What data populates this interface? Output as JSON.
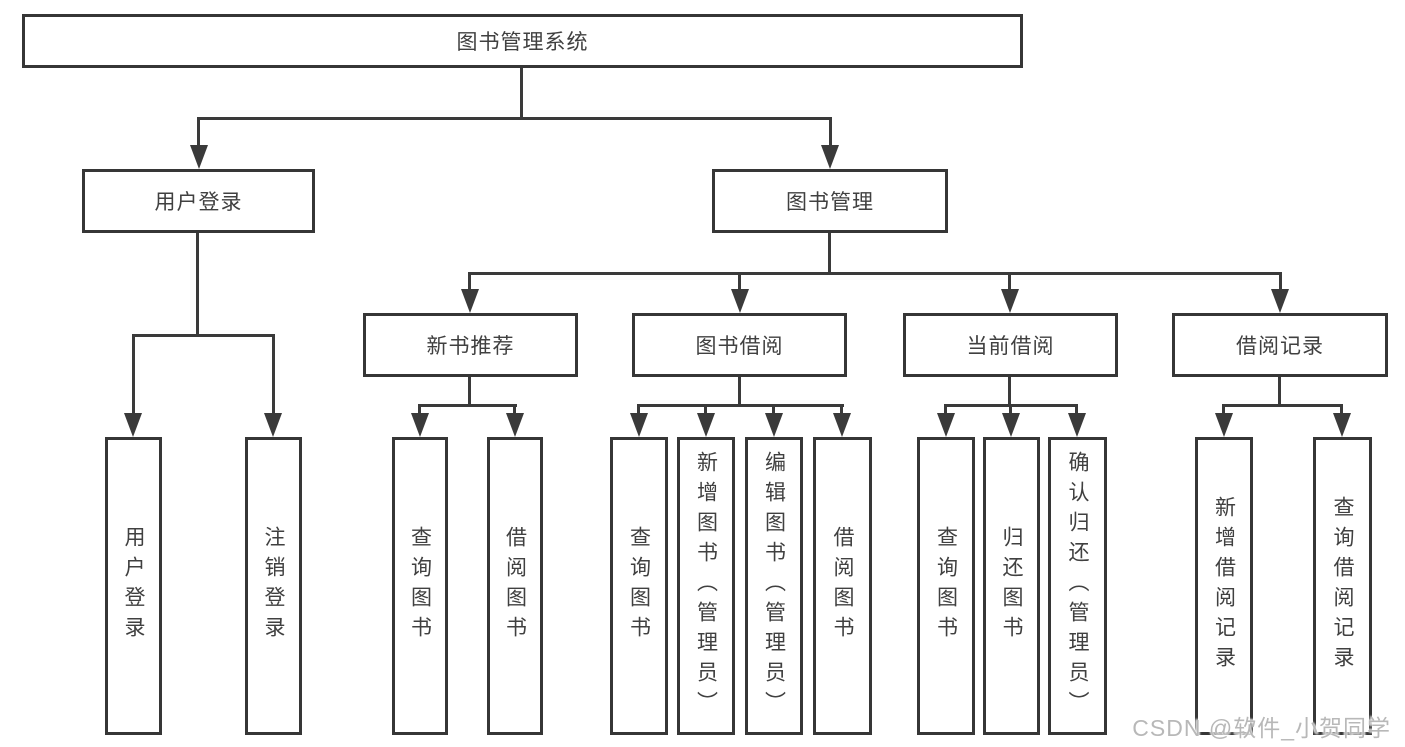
{
  "diagram": {
    "type": "hierarchy-tree",
    "colors": {
      "line": "#3a3a3a",
      "box_border": "#363636",
      "box_background": "#ffffff",
      "text": "#404040",
      "page_background": "#ffffff",
      "watermark": "#b8b8b8"
    },
    "watermark": {
      "text": "CSDN @软件_小贺同学"
    },
    "tree": {
      "root": {
        "label": "图书管理系统",
        "children": [
          {
            "label": "用户登录",
            "children": [
              {
                "label": "用户登录"
              },
              {
                "label": "注销登录"
              }
            ]
          },
          {
            "label": "图书管理",
            "children": [
              {
                "label": "新书推荐",
                "children": [
                  {
                    "label": "查询图书"
                  },
                  {
                    "label": "借阅图书"
                  }
                ]
              },
              {
                "label": "图书借阅",
                "children": [
                  {
                    "label": "查询图书"
                  },
                  {
                    "label": "新增图书（管理员）"
                  },
                  {
                    "label": "编辑图书（管理员）"
                  },
                  {
                    "label": "借阅图书"
                  }
                ]
              },
              {
                "label": "当前借阅",
                "children": [
                  {
                    "label": "查询图书"
                  },
                  {
                    "label": "归还图书"
                  },
                  {
                    "label": "确认归还（管理员）"
                  }
                ]
              },
              {
                "label": "借阅记录",
                "children": [
                  {
                    "label": "新增借阅记录"
                  },
                  {
                    "label": "查询借阅记录"
                  }
                ]
              }
            ]
          }
        ]
      }
    }
  }
}
